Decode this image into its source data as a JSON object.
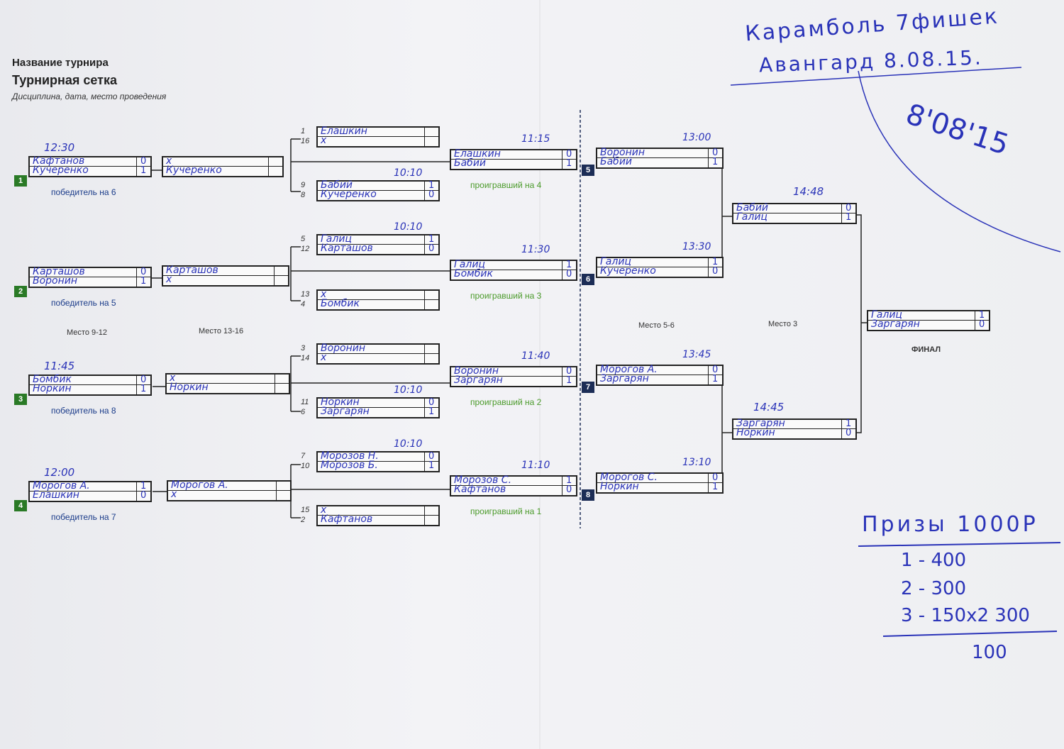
{
  "header": {
    "tournament_name": "Название турнира",
    "bracket_title": "Турнирная сетка",
    "info": "Дисциплина, дата, место проведения"
  },
  "handwritten_header": {
    "line1": "Карамболь 7фишек",
    "line2": "Авангард   8.08.15.",
    "rotated": "8'08'15"
  },
  "round1": [
    {
      "num": "1",
      "time": "12:30",
      "p1": "Кафтанов",
      "s1": "0",
      "p2": "Кучеренко",
      "s2": "1",
      "note": "победитель на 6"
    },
    {
      "num": "2",
      "time": "",
      "p1": "Карташов",
      "s1": "0",
      "p2": "Воронин",
      "s2": "1",
      "note": "победитель на 5"
    },
    {
      "num": "3",
      "time": "11:45",
      "p1": "Бомбик",
      "s1": "0",
      "p2": "Норкин",
      "s2": "1",
      "note": "победитель на 8"
    },
    {
      "num": "4",
      "time": "12:00",
      "p1": "Морогов А.",
      "s1": "1",
      "p2": "Елашкин",
      "s2": "0",
      "note": "победитель на 7"
    }
  ],
  "place13": [
    {
      "p1": "х",
      "p2": "Кучеренко"
    },
    {
      "p1": "Карташов",
      "p2": "х"
    },
    {
      "p1": "х",
      "p2": "Норкин"
    },
    {
      "p1": "Морогов А.",
      "p2": "х"
    }
  ],
  "left_r2": [
    {
      "seed1": "1",
      "p1": "Елашкин",
      "s1": "",
      "seed2": "16",
      "p2": "х",
      "s2": ""
    },
    {
      "seed1": "9",
      "p1": "Бабий",
      "s1": "1",
      "seed2": "8",
      "p2": "Кучеренко",
      "s2": "0",
      "time": "10:10"
    },
    {
      "seed1": "5",
      "p1": "Галиц",
      "s1": "1",
      "seed2": "12",
      "p2": "Карташов",
      "s2": "0",
      "time": "10:10"
    },
    {
      "seed1": "13",
      "p1": "х",
      "s1": "",
      "seed2": "4",
      "p2": "Бомбик",
      "s2": ""
    },
    {
      "seed1": "3",
      "p1": "Воронин",
      "s1": "",
      "seed2": "14",
      "p2": "х",
      "s2": ""
    },
    {
      "seed1": "11",
      "p1": "Норкин",
      "s1": "0",
      "seed2": "6",
      "p2": "Заргарян",
      "s2": "1",
      "time": "10:10"
    },
    {
      "seed1": "7",
      "p1": "Морозов Н.",
      "s1": "0",
      "seed2": "10",
      "p2": "Морозов Б.",
      "s2": "1",
      "time": "10:10"
    },
    {
      "seed1": "15",
      "p1": "х",
      "s1": "",
      "seed2": "2",
      "p2": "Кафтанов",
      "s2": ""
    }
  ],
  "left_r3": [
    {
      "time": "11:15",
      "p1": "Елашкин",
      "s1": "0",
      "p2": "Бабий",
      "s2": "1",
      "note": "проигравший на 4"
    },
    {
      "time": "11:30",
      "p1": "Галиц",
      "s1": "1",
      "p2": "Бомбик",
      "s2": "0",
      "note": "проигравший на 3"
    },
    {
      "time": "11:40",
      "p1": "Воронин",
      "s1": "0",
      "p2": "Заргарян",
      "s2": "1",
      "note": "проигравший на 2"
    },
    {
      "time": "11:10",
      "p1": "Морозов С.",
      "s1": "1",
      "p2": "Кафтанов",
      "s2": "0",
      "note": "проигравший на 1"
    }
  ],
  "right_r1": [
    {
      "num": "5",
      "time": "13:00",
      "p1": "Воронин",
      "s1": "0",
      "p2": "Бабий",
      "s2": "1"
    },
    {
      "num": "6",
      "time": "13:30",
      "p1": "Галиц",
      "s1": "1",
      "p2": "Кучеренко",
      "s2": "0"
    },
    {
      "num": "7",
      "time": "13:45",
      "p1": "Морогов А.",
      "s1": "0",
      "p2": "Заргарян",
      "s2": "1"
    },
    {
      "num": "8",
      "time": "13:10",
      "p1": "Морогов С.",
      "s1": "0",
      "p2": "Норкин",
      "s2": "1"
    }
  ],
  "semis": [
    {
      "time": "14:48",
      "p1": "Бабий",
      "s1": "0",
      "p2": "Галиц",
      "s2": "1"
    },
    {
      "time": "14:45",
      "p1": "Заргарян",
      "s1": "1",
      "p2": "Норкин",
      "s2": "0"
    }
  ],
  "final": {
    "p1": "Галиц",
    "s1": "1",
    "p2": "Заргарян",
    "s2": "0",
    "label": "ФИНАЛ"
  },
  "places": {
    "p9_12": "Место 9-12",
    "p13_16": "Место 13-16",
    "p5_6": "Место 5-6",
    "p3": "Место 3"
  },
  "prizes": {
    "title": "Призы 1000Р",
    "rows": [
      "1 - 400",
      "2 - 300",
      "3 - 150х2 300"
    ],
    "total": "100"
  },
  "colors": {
    "ink": "#2a33b8",
    "green": "#2a7a26",
    "navy": "#1c2d56"
  }
}
